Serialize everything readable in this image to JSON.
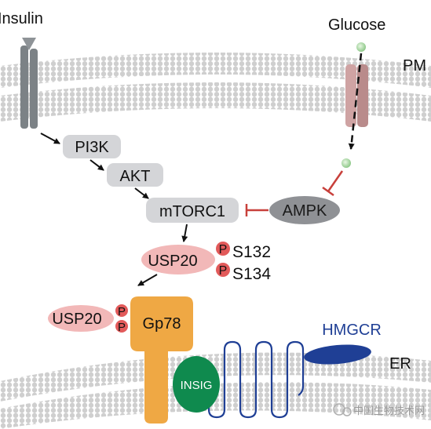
{
  "labels": {
    "insulin": "Insulin",
    "glucose": "Glucose",
    "pm": "PM",
    "er": "ER"
  },
  "nodes": {
    "pi3k": "PI3K",
    "akt": "AKT",
    "mtorc1": "mTORC1",
    "ampk": "AMPK",
    "usp20_top": "USP20",
    "usp20_left": "USP20",
    "gp78": "Gp78",
    "insig": "INSIG",
    "hmgcr": "HMGCR"
  },
  "phospho": {
    "symbol": "P",
    "site_1": "S132",
    "site_2": "S134"
  },
  "watermark": "中国生物技术网",
  "colors": {
    "grey_box": "#d4d5d8",
    "ampk": "#8f9195",
    "usp20": "#f2b8b8",
    "phospho": "#e25a5a",
    "gp78": "#efa844",
    "insig": "#0f8a4e",
    "hmgcr": "#1f3f95",
    "glucose_transporter": "#cfa3a3",
    "insulin_receptor": "#7c8286",
    "inhibition": "#c8403b"
  }
}
